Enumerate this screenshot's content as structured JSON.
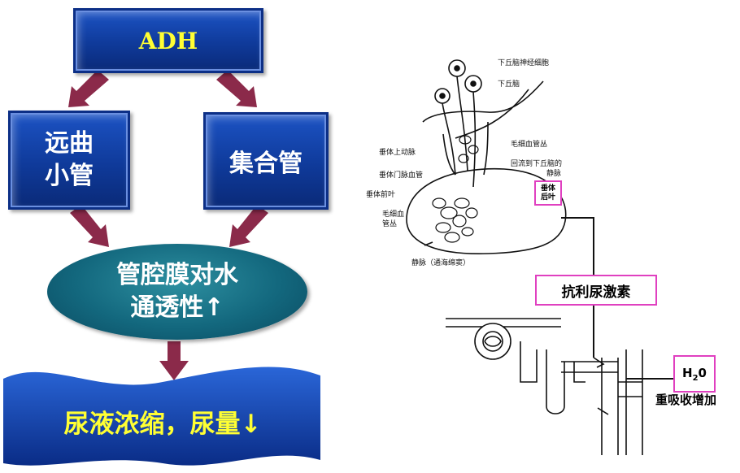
{
  "flowchart": {
    "top_box": "ADH",
    "distal_line1": "远曲",
    "distal_line2": "小管",
    "collecting": "集合管",
    "permeability_line1": "管腔膜对水",
    "permeability_line2": "通透性↑",
    "result": "尿液浓缩，尿量↓"
  },
  "anatomy": {
    "labels": {
      "neuron": "下丘脑神经细胞",
      "hypothalamus": "下丘脑",
      "capillary_plexus": "毛细血管丛",
      "return_vein_1": "回流到下丘脑的",
      "return_vein_2": "静脉",
      "sup_hyp_artery": "垂体上动脉",
      "portal_vessel": "垂体门脉血管",
      "anterior": "垂体前叶",
      "cap_1": "毛细血",
      "cap_2": "管丛",
      "vein": "静脉（通海绵窦）",
      "posterior_1": "垂体",
      "posterior_2": "后叶"
    },
    "hormone_box": "抗利尿激素",
    "water_h": "H",
    "water_sub": "2",
    "water_o": "0",
    "reabsorption": "重吸收增加"
  },
  "colors": {
    "box_blue": "#1c53c4",
    "ellipse_teal": "#13687e",
    "arrow_maroon": "#8b2a4a",
    "text_yellow": "#ffff33",
    "highlight_magenta": "#e040c0"
  }
}
